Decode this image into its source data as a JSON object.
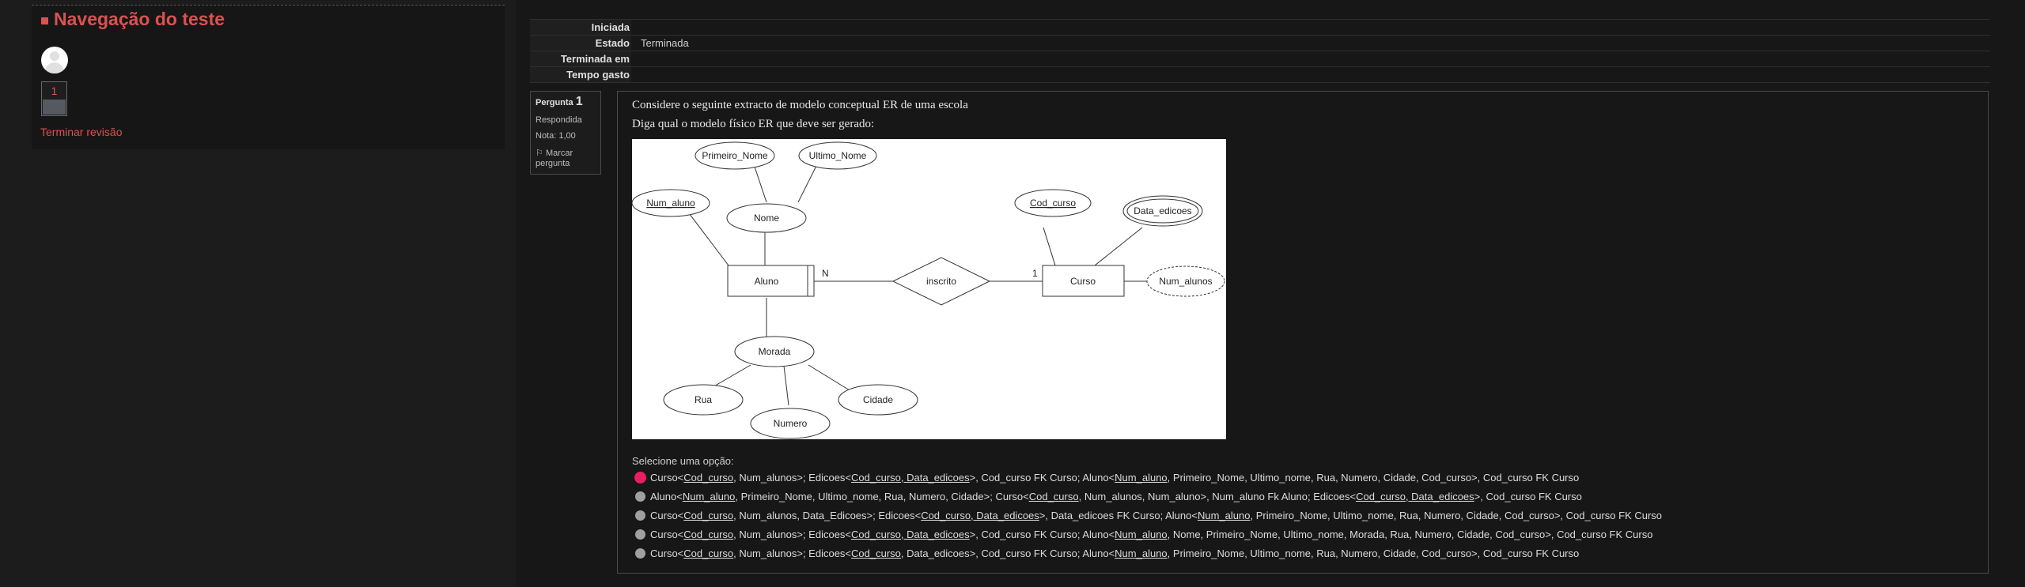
{
  "nav": {
    "title": "Navegação do teste",
    "question_button_label": "1",
    "finish_review_link": "Terminar revisão"
  },
  "summary": {
    "rows": [
      {
        "label": "Iniciada",
        "value": ""
      },
      {
        "label": "Estado",
        "value": "Terminada"
      },
      {
        "label": "Terminada em",
        "value": ""
      },
      {
        "label": "Tempo gasto",
        "value": ""
      }
    ]
  },
  "question_info": {
    "label": "Pergunta",
    "number": "1",
    "status": "Respondida",
    "grade": "Nota: 1,00",
    "flag_line1": "Marcar",
    "flag_line2": "pergunta"
  },
  "question": {
    "text_line1": "Considere o seguinte extracto de modelo conceptual ER de uma escola",
    "text_line2": "Diga qual o modelo físico ER que deve ser gerado:",
    "prompt": "Selecione uma opção:"
  },
  "diagram": {
    "entity_aluno": "Aluno",
    "entity_curso": "Curso",
    "relationship": "inscrito",
    "attr_primeiro_nome": "Primeiro_Nome",
    "attr_ultimo_nome": "Ultimo_Nome",
    "attr_num_aluno": "Num_aluno",
    "attr_nome": "Nome",
    "attr_cod_curso": "Cod_curso",
    "attr_data_edicoes": "Data_edicoes",
    "attr_num_alunos": "Num_alunos",
    "attr_morada": "Morada",
    "attr_rua": "Rua",
    "attr_numero": "Numero",
    "attr_cidade": "Cidade",
    "card_n": "N",
    "card_1": "1"
  },
  "answers": [
    {
      "selected": true,
      "parts": [
        "Curso<",
        "Cod_curso",
        ", Num_alunos>; Edicoes<",
        "Cod_curso, Data_edicoes",
        ">, Cod_curso FK Curso; Aluno<",
        "Num_aluno",
        ", Primeiro_Nome, Ultimo_nome, Rua, Numero, Cidade, Cod_curso>, Cod_curso FK Curso"
      ]
    },
    {
      "selected": false,
      "parts": [
        "Aluno<",
        "Num_aluno",
        ", Primeiro_Nome, Ultimo_nome, Rua, Numero, Cidade>; Curso<",
        "Cod_curso",
        ", Num_alunos, Num_aluno>, Num_aluno Fk Aluno; Edicoes<",
        "Cod_curso, Data_edicoes",
        ">, Cod_curso FK Curso"
      ]
    },
    {
      "selected": false,
      "parts": [
        "Curso<",
        "Cod_curso",
        ", Num_alunos, Data_Edicoes>; Edicoes<",
        "Cod_curso, Data_edicoes",
        ">,  Data_edicoes FK Curso; Aluno<",
        "Num_aluno",
        ", Primeiro_Nome, Ultimo_nome, Rua, Numero, Cidade, Cod_curso>, Cod_curso FK Curso"
      ]
    },
    {
      "selected": false,
      "parts": [
        "Curso<",
        "Cod_curso",
        ", Num_alunos>; Edicoes<",
        "Cod_curso, Data_edicoes",
        ">,  Cod_curso FK Curso; Aluno<",
        "Num_aluno",
        ", Nome, Primeiro_Nome, Ultimo_nome, Morada, Rua, Numero, Cidade, Cod_curso>, Cod_curso FK Curso"
      ]
    },
    {
      "selected": false,
      "parts": [
        "Curso<",
        "Cod_curso",
        ", Num_alunos>; Edicoes<",
        "Cod_curso",
        ", Data_edicoes>,  Cod_curso FK Curso; Aluno<",
        "Num_aluno",
        ",  Primeiro_Nome, Ultimo_nome,  Rua, Numero, Cidade, Cod_curso>, Cod_curso FK Curso"
      ]
    }
  ],
  "colors": {
    "accent": "#d9534f",
    "selected_radio": "#e91e63"
  }
}
